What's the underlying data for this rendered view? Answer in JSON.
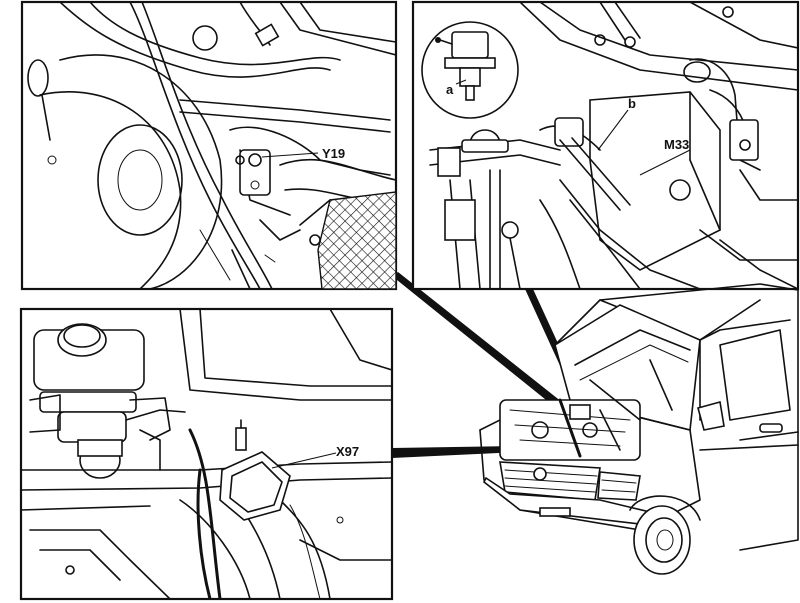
{
  "labels": {
    "y19": "Y19",
    "m33": "M33",
    "x97": "X97",
    "a": "a",
    "b": "b"
  },
  "colors": {
    "ink": "#111111",
    "paper": "#ffffff"
  }
}
